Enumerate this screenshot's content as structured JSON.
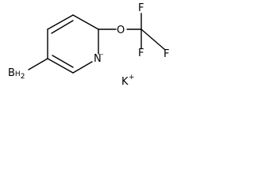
{
  "molecule": {
    "atoms": {
      "boron": {
        "symbol": "B",
        "subscript_text": "H",
        "subscript_count": "2"
      },
      "nitrogen": {
        "symbol": "N",
        "charge": "-"
      },
      "oxygen": {
        "symbol": "O"
      },
      "fluorine_top": {
        "symbol": "F"
      },
      "fluorine_right": {
        "symbol": "F"
      },
      "fluorine_bottom": {
        "symbol": "F"
      }
    },
    "counterion": {
      "symbol": "K",
      "charge": "+"
    }
  }
}
